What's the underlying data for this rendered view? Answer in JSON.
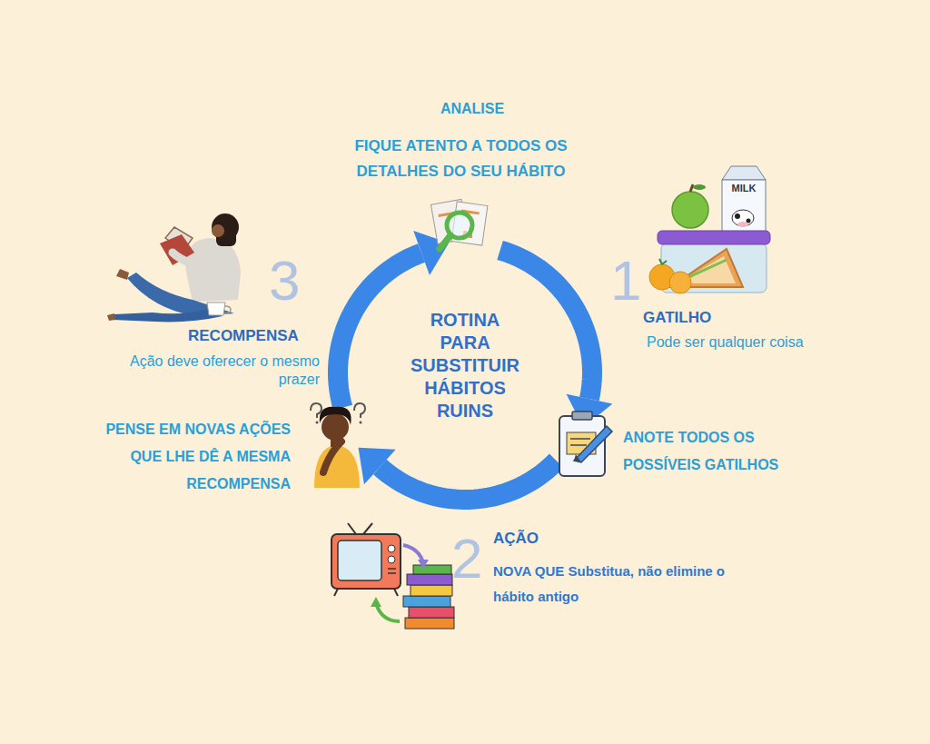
{
  "diagram": {
    "title": "ROTINA PARA SUBSTITUIR HÁBITOS RUINS",
    "labels": [
      "ANALISE",
      "FIQUE ATENTO A TODOS OS DETALHES DO SEU HÁBITO",
      "3",
      "RECOMPENSA",
      "Ação deve oferecer o mesmo prazer",
      "1",
      "GATILHO",
      "Pode ser qualquer coisa",
      "PENSE EM NOVAS AÇÕES QUE LHE DÊ A MESMA RECOMPENSA",
      "ANOTE TODOS OS POSSÍVEIS GATILHOS",
      "2",
      "AÇÃO",
      "NOVA QUE Substitua, não elimine o hábito antigo",
      "MILK"
    ]
  }
}
